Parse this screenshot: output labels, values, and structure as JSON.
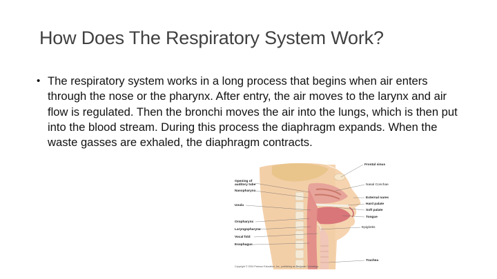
{
  "slide": {
    "title": "How Does The Respiratory System Work?",
    "bullets": [
      "The respiratory system works in a long process that begins when air enters through the nose or the pharynx. After entry, the air moves to the larynx and air flow is regulated. Then the bronchi moves the air into the lungs, which is then put into the blood stream. During this process the diaphragm expands. When the waste gasses are exhaled, the diaphragm contracts."
    ]
  },
  "figure": {
    "left_labels": {
      "auditory_tube_line1": "Opening of",
      "auditory_tube_line2": "auditory tube",
      "nasopharynx": "Nasopharynx",
      "uvula": "Uvula",
      "oropharynx": "Oropharynx",
      "laryngopharynx": "Laryngopharynx",
      "vocal_fold": "Vocal fold",
      "esophagus": "Esophagus"
    },
    "right_labels": {
      "frontal_sinus": "Frontal sinus",
      "nasal_conchae": "Nasal Conchae",
      "external_nares": "External nares",
      "hard_palate": "Hard palate",
      "soft_palate": "Soft palate",
      "tongue": "Tongue",
      "epiglottis": "Epiglottis",
      "trachea": "Trachea"
    },
    "copyright": "Copyright © 2004 Pearson Education, Inc., publishing as Benjamin Cummings."
  }
}
